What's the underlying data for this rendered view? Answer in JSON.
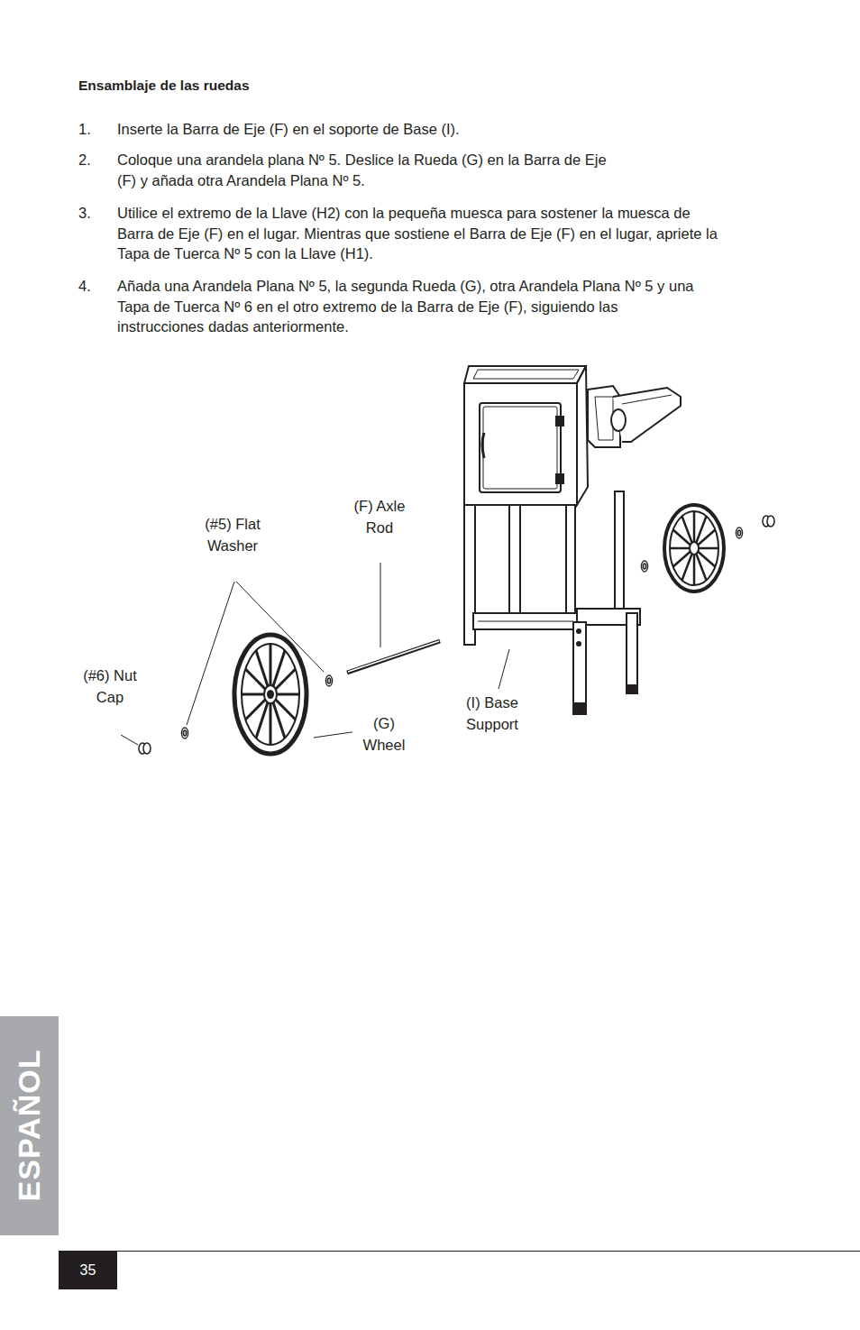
{
  "diagram": {
    "title": "Ensamblaje de las ruedas",
    "labels": [
      "1.",
      "Inserte la Barra de Eje (F) en el soporte de Base (I).",
      "2.",
      "Coloque una arandela plana Nº 5. Deslice la Rueda (G) en la Barra de Eje (F) y añada otra Arandela Plana Nº 5.",
      "3.",
      "Utilice el extremo de la Llave (H2) con la pequeña muesca para sostener la muesca de Barra de Eje (F) en el lugar. Mientras que sostiene el Barra de Eje (F) en el lugar, apriete la Tapa de Tuerca Nº 5 con la Llave (H1).",
      "4.",
      "Añada una Arandela Plana Nº 5, la segunda Rueda (G), otra Arandela Plana Nº 5 y una Tapa de Tuerca Nº 6 en el otro extremo de la Barra de Eje (F), siguiendo las instrucciones dadas anteriormente.",
      "(#5) Flat Washer",
      "(F) Axle Rod",
      "(#6) Nut Cap",
      "(G) Wheel",
      "(I) Base Support",
      "35",
      "ESPAÑOL"
    ]
  }
}
